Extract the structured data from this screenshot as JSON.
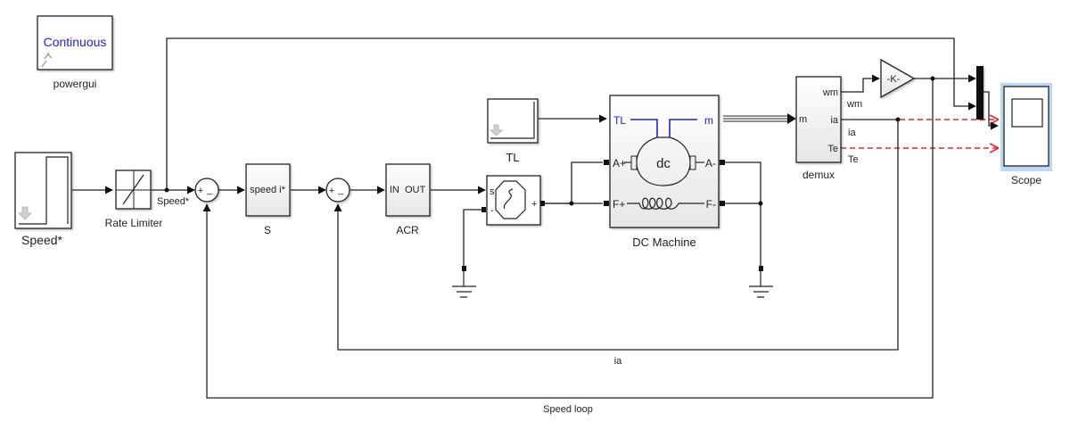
{
  "diagram": {
    "type": "simulink-block-diagram",
    "colors": {
      "wire": "#222222",
      "signal_dashed": "#e8262b",
      "machine_text": "#2222d6",
      "selection_highlight": "#bcd8f6",
      "block_fill": "#f2f2f2"
    },
    "blocks": {
      "powergui": {
        "text": "Continuous",
        "label": "powergui"
      },
      "speed_ref": {
        "label": "Speed*"
      },
      "rate_limiter": {
        "label": "Rate Limiter"
      },
      "sum1": {
        "plus": "+",
        "minus": "_"
      },
      "speed_controller": {
        "text": "speed i*",
        "label": "S"
      },
      "sum2": {
        "plus": "+",
        "minus": "_"
      },
      "acr": {
        "text": "IN  OUT",
        "label": "ACR"
      },
      "tl_source": {
        "label": "TL"
      },
      "voltage_source": {
        "port_s": "s",
        "port_minus": "-",
        "port_plus": "+"
      },
      "dc_machine": {
        "label": "DC Machine",
        "port_tl": "TL",
        "port_m": "m",
        "port_a_plus": "A+",
        "port_a_minus": "A-",
        "port_f_plus": "F+",
        "port_f_minus": "F-",
        "core_text": "dc"
      },
      "demux": {
        "label": "demux",
        "in": "m",
        "out1": "wm",
        "out2": "ia",
        "out3": "Te"
      },
      "gain": {
        "text": "-K-"
      },
      "scope": {
        "label": "Scope"
      }
    },
    "signals": {
      "speed_ref": "Speed*",
      "wm": "wm",
      "ia": "ia",
      "te": "Te",
      "ia_feedback": "ia",
      "speed_loop": "Speed loop"
    }
  }
}
